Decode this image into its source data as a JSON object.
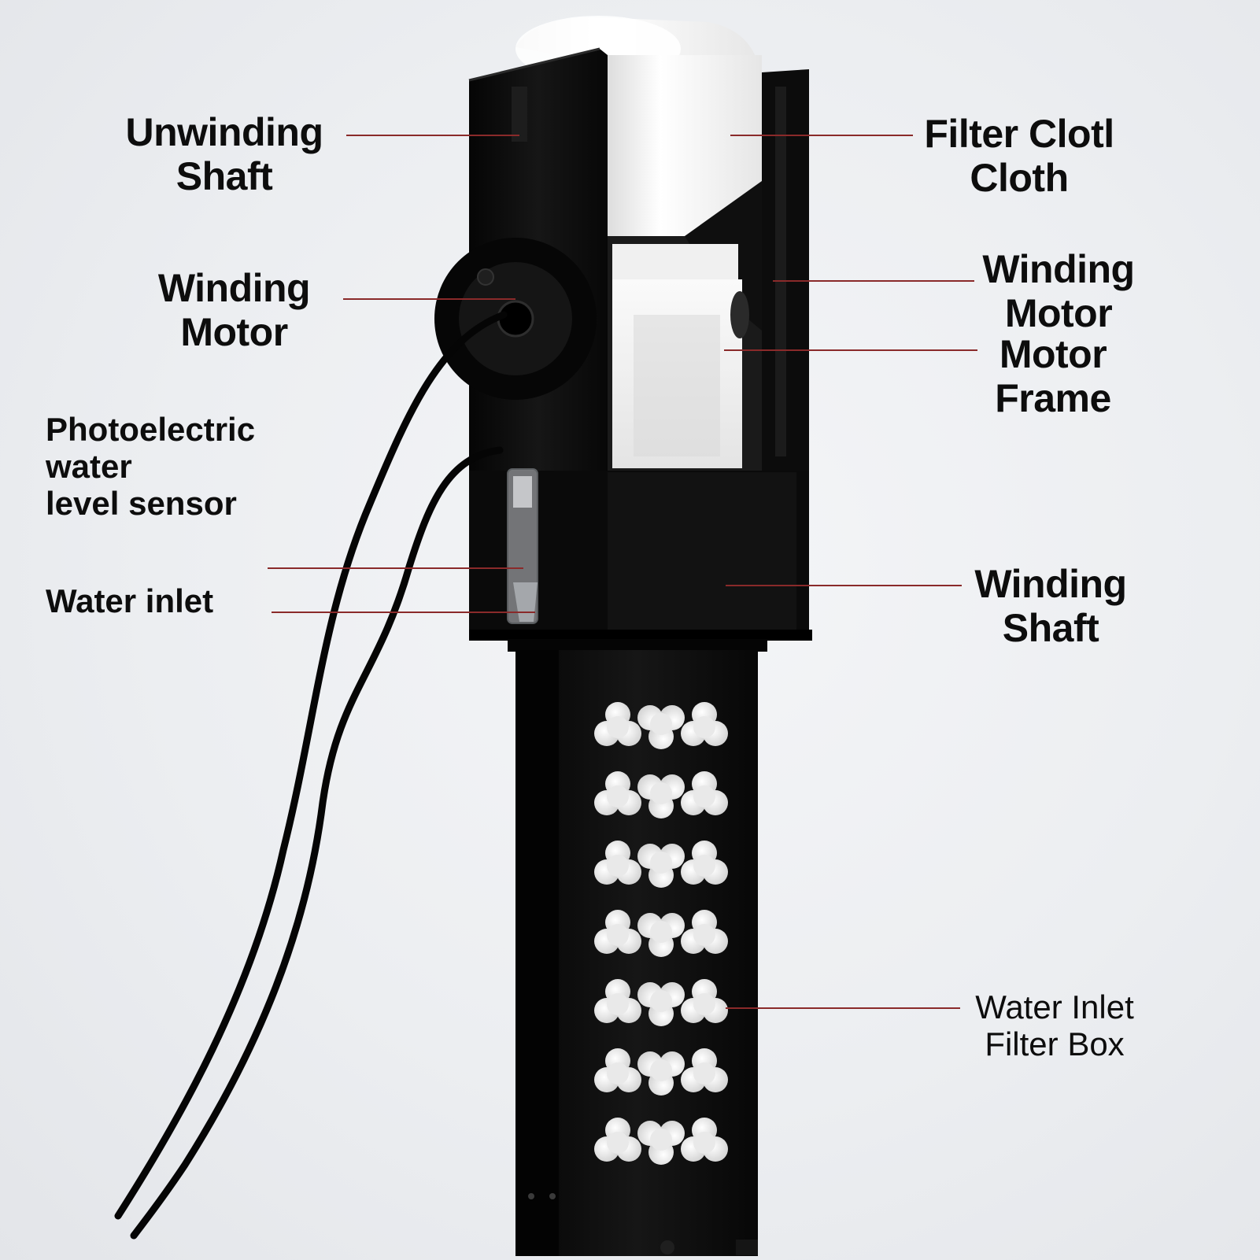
{
  "labels": {
    "unwinding_shaft": "Unwinding\nShaft",
    "winding_motor_left": "Winding\nMotor",
    "photoelectric_sensor": "Photoelectric\nwater\nlevel sensor",
    "water_inlet": "Water inlet",
    "filter_cloth": "Filter Clotl\nCloth",
    "winding_motor_right": "Winding\nMotor",
    "motor_frame": "Motor\nFrame",
    "winding_shaft": "Winding\nShaft",
    "filter_box": "Water Inlet\nFilter Box"
  },
  "colors": {
    "leader_line": "#8a2a2a",
    "device_body": "#0b0b0b",
    "filter_cloth": "#f7f7f7",
    "background": "#eceef1"
  }
}
